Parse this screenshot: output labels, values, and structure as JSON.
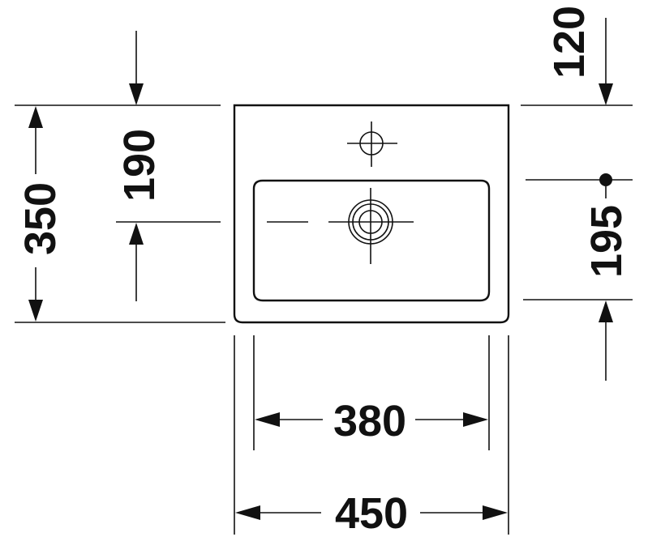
{
  "dimensions": {
    "overall_width": "450",
    "bowl_width": "380",
    "overall_depth": "350",
    "tap_hole_to_drain": "190",
    "edge_to_tap_hole": "120",
    "drain_to_back": "195"
  },
  "colors": {
    "line": "#111111",
    "background": "#ffffff"
  }
}
